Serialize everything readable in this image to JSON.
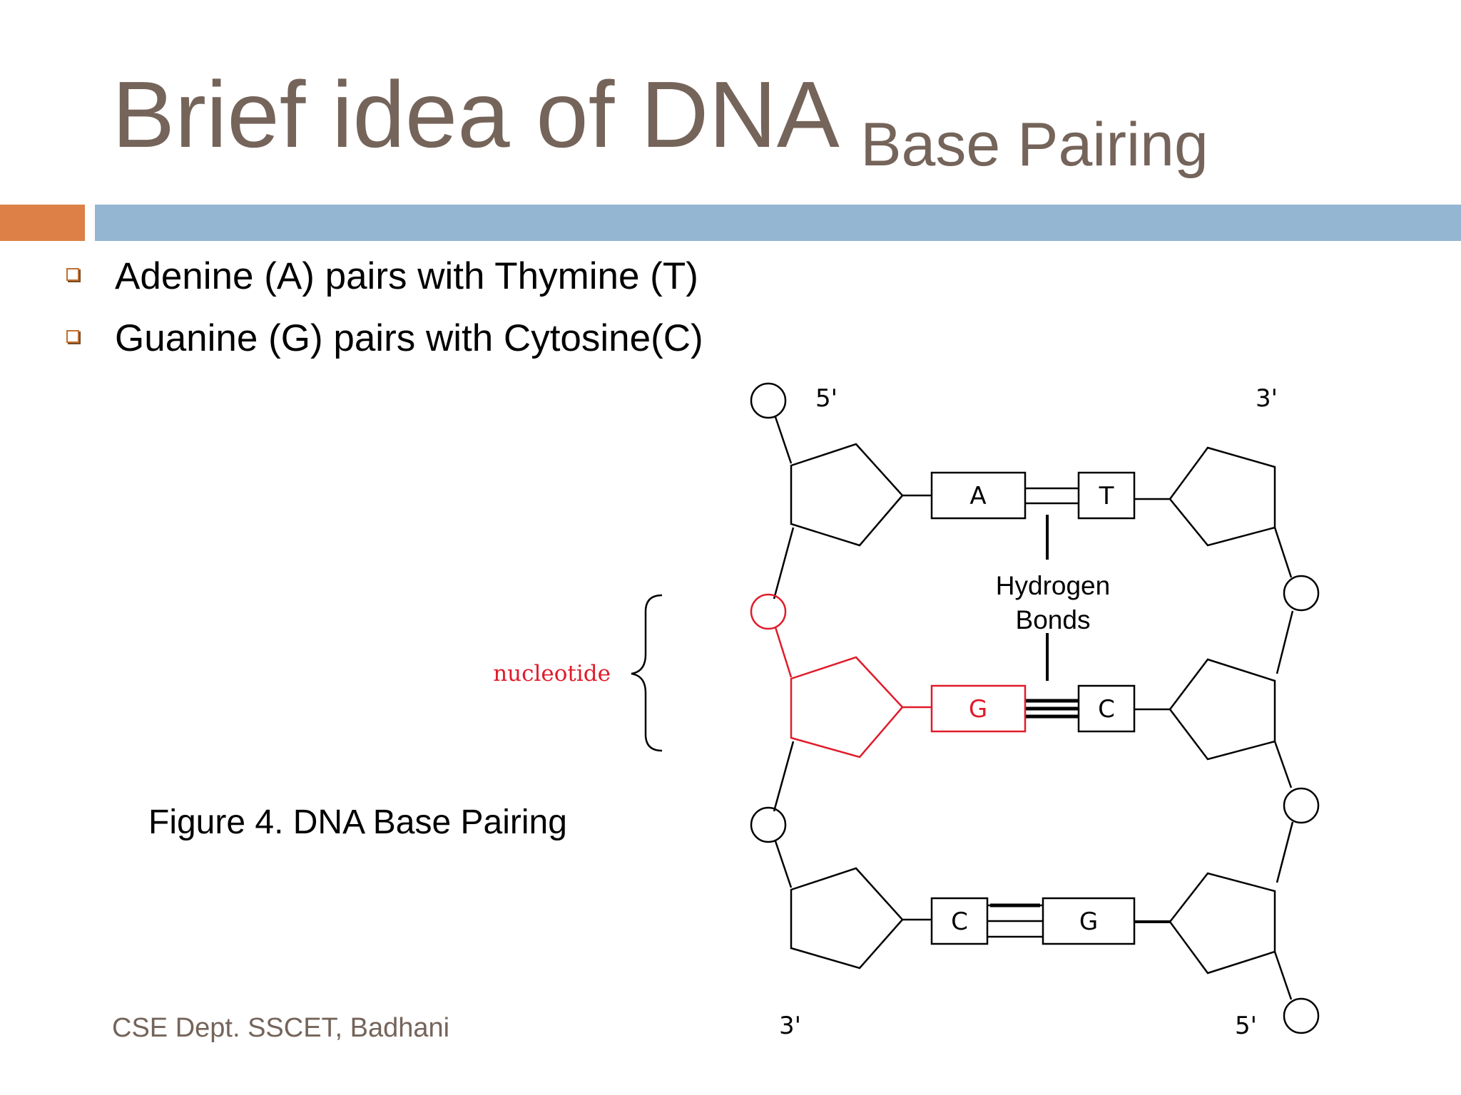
{
  "slide": {
    "title": "Brief idea of DNA",
    "subtitle": "Base Pairing",
    "bullets": [
      "Adenine (A) pairs with Thymine (T)",
      "Guanine (G) pairs with Cytosine(C)"
    ],
    "figure_caption": "Figure 4. DNA Base Pairing",
    "footer": "CSE Dept. SSCET, Badhani"
  },
  "diagram": {
    "labels": {
      "left_top_end": "5'",
      "right_top_end": "3'",
      "left_bottom_end": "3'",
      "right_bottom_end": "5'",
      "hydrogen_bonds_line1": "Hydrogen",
      "hydrogen_bonds_line2": "Bonds",
      "nucleotide": "nucleotide"
    },
    "base_pairs": [
      {
        "left": "A",
        "right": "T",
        "bonds": 2
      },
      {
        "left": "G",
        "right": "C",
        "bonds": 3
      },
      {
        "left": "C",
        "right": "G",
        "bonds": 3
      }
    ],
    "colors": {
      "title": "#75645a",
      "accent_orange": "#dd8047",
      "accent_blue": "#94b6d2",
      "highlight": "#e01b2a"
    }
  }
}
